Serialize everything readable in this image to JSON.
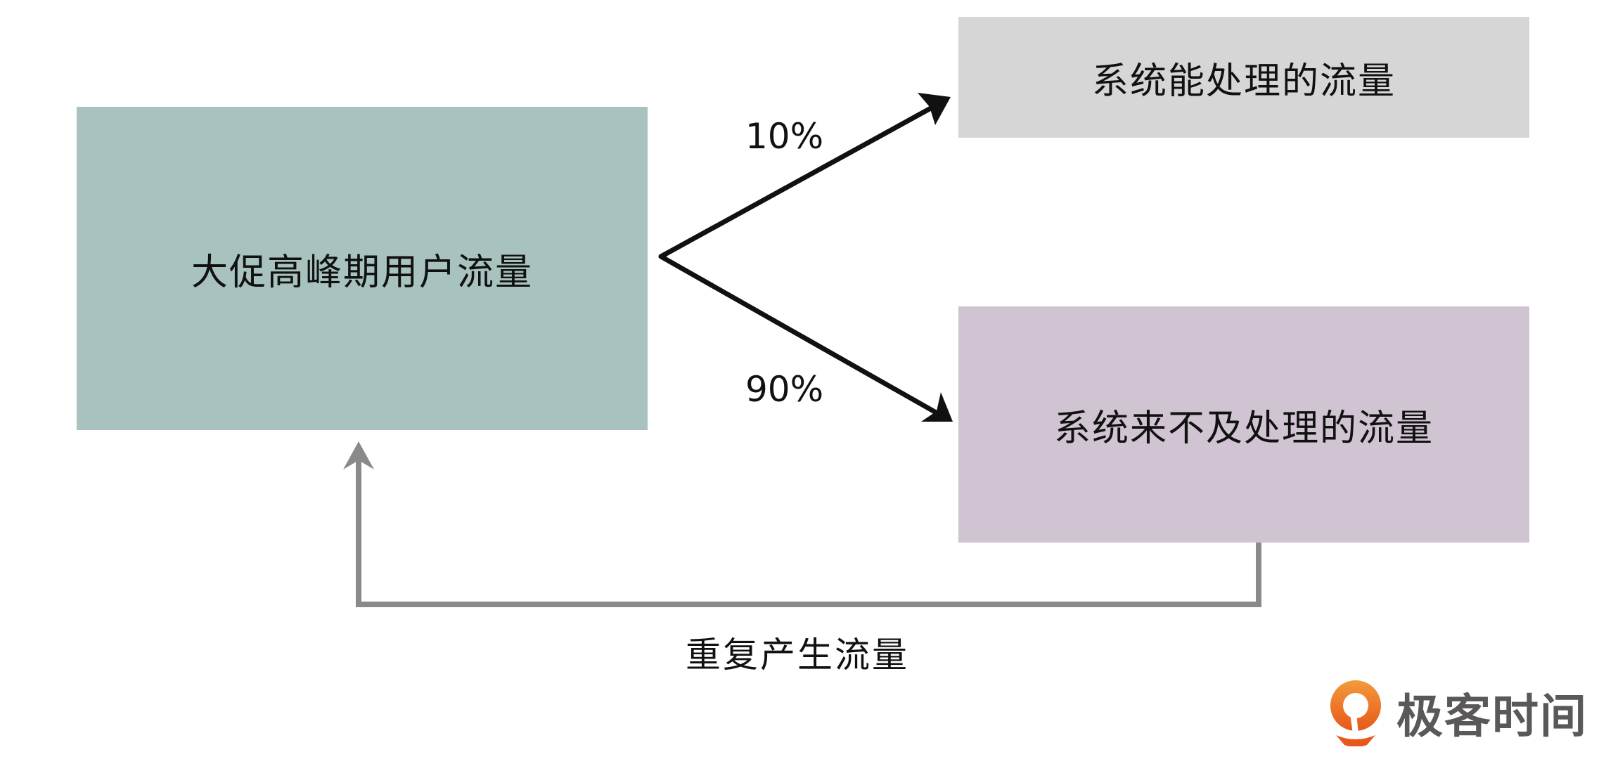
{
  "nodes": {
    "source": "大促高峰期用户流量",
    "handled": "系统能处理的流量",
    "unhandled": "系统来不及处理的流量"
  },
  "edges": {
    "to_handled_pct": "10%",
    "to_unhandled_pct": "90%",
    "feedback_label": "重复产生流量"
  },
  "colors": {
    "source": "#a8c3bf",
    "handled": "#d6d6d6",
    "unhandled": "#d0c4d2",
    "brand": "#ee6a1c"
  },
  "logo": {
    "text": "极客时间"
  }
}
